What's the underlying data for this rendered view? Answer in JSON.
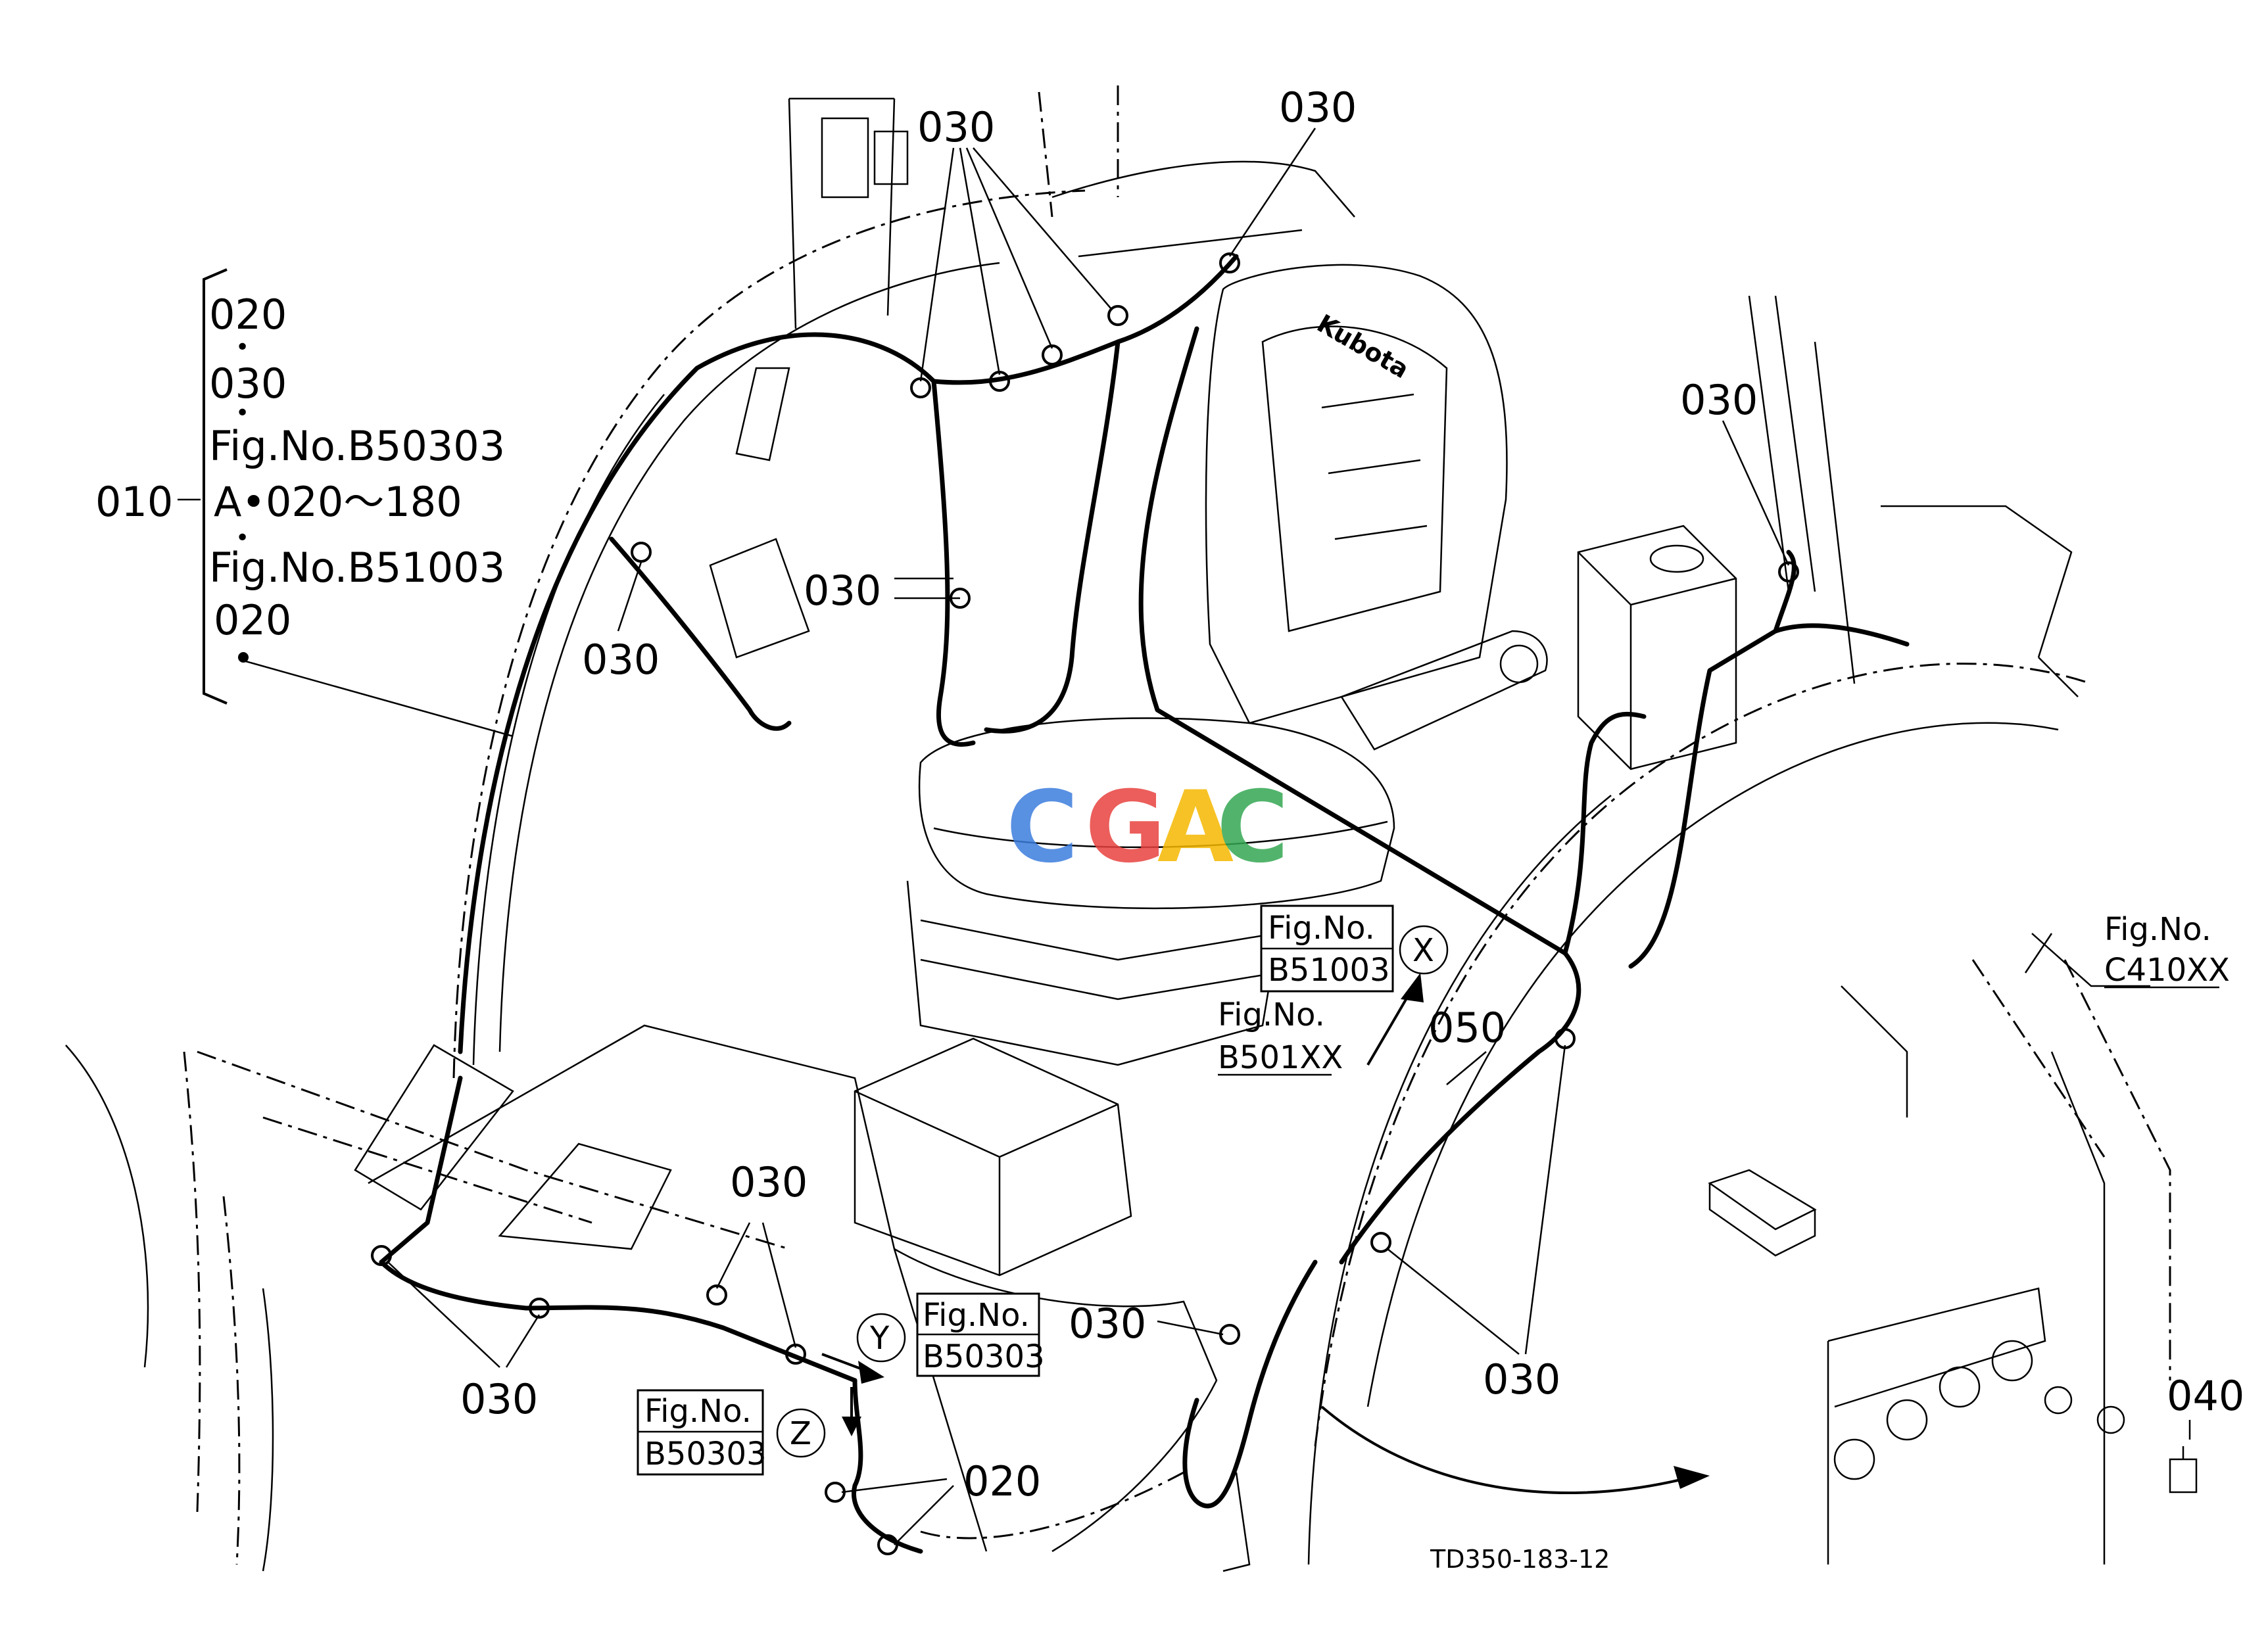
{
  "diagram_id": "TD350-183-12",
  "bracket_group": {
    "lines": [
      "020",
      "•",
      "030",
      "•",
      "Fig.No.B50303",
      "A•020～180",
      "•",
      "Fig.No.B51003",
      "020"
    ],
    "parent": "010"
  },
  "callouts": {
    "c030": "030",
    "c020": "020",
    "c040": "040",
    "c050": "050"
  },
  "refs": {
    "fig_label": "Fig.No.",
    "x_letter": "X",
    "x_fig": "B51003",
    "y_letter": "Y",
    "y_fig": "B50303",
    "z_letter": "Z",
    "z_fig": "B50303",
    "b501_fig": "B501XX",
    "c410_fig": "C410XX"
  },
  "seat_brand": "Kubota",
  "watermark": "CGAC",
  "colors": {
    "ink": "#000000",
    "background": "#ffffff",
    "watermark_blue": "#3b7ddd",
    "watermark_red": "#e8423f",
    "watermark_yellow": "#f5b800",
    "watermark_green": "#34a853"
  }
}
